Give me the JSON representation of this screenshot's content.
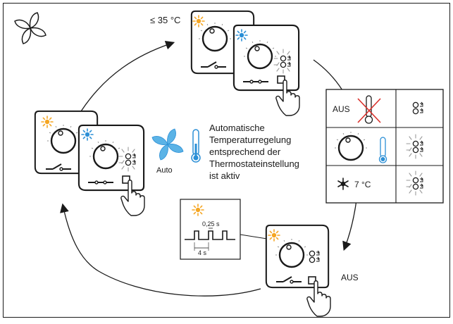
{
  "labels": {
    "max_temp": "≤ 35 °C",
    "off_right": "AUS",
    "mode_auto": "Auto",
    "description": [
      "Automatische",
      "Temperaturregelung",
      "entsprechend der",
      "Thermostateinstellung",
      "ist aktiv"
    ]
  },
  "timing": {
    "pulse": "0,25 s",
    "period": "4 s"
  },
  "table": {
    "row1_label": "AUS",
    "row3_label": "7 °C"
  },
  "colors": {
    "heat": "#f5a623",
    "cool": "#2b8fd6",
    "fan": "#5bb3e6",
    "line": "#1a1a1a",
    "red": "#d9302b"
  },
  "icons": [
    "fan-icon",
    "sun-led-icon",
    "snowflake-led-icon",
    "thermometer-icon",
    "hand-icon",
    "power-switch-icon",
    "frost-icon"
  ]
}
